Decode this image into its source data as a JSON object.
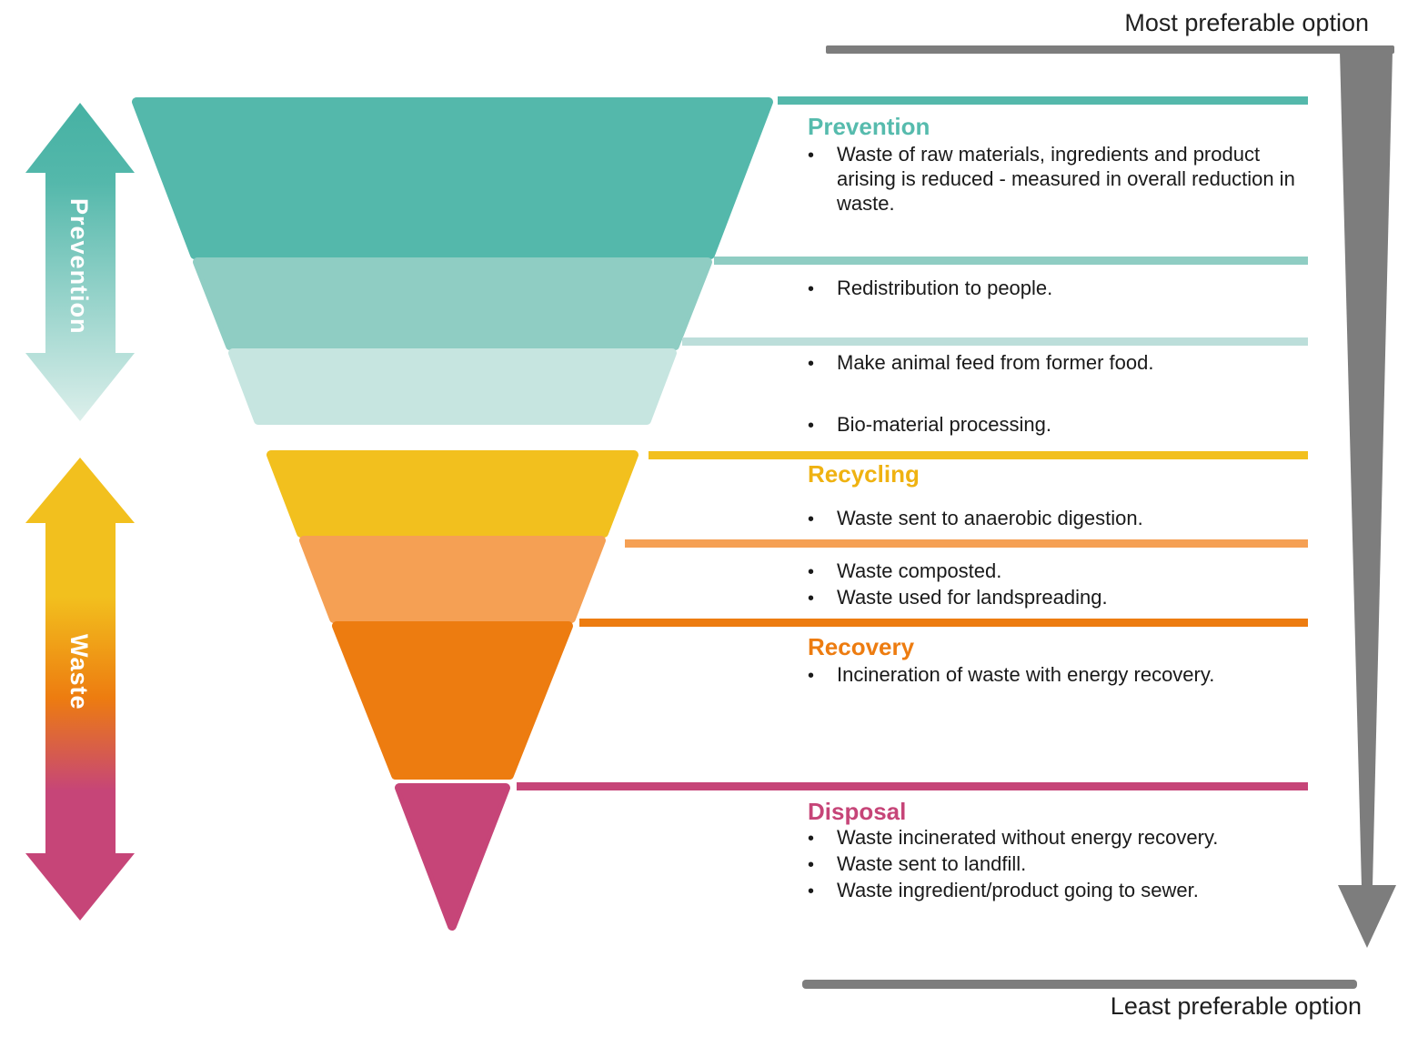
{
  "annotations": {
    "most_preferable": "Most preferable option",
    "least_preferable": "Least preferable option"
  },
  "side_arrows": {
    "prevention_label": "Prevention",
    "waste_label": "Waste"
  },
  "levels": [
    {
      "name": "prevention-top",
      "heading": "Prevention",
      "bullets": [
        "Waste of raw materials, ingredients and product arising is reduced - measured in overall reduction in waste."
      ]
    },
    {
      "name": "redistribution",
      "bullets": [
        "Redistribution to people."
      ]
    },
    {
      "name": "animal-feed",
      "bullets": [
        "Make animal feed from former food."
      ]
    },
    {
      "name": "bio-material",
      "bullets": [
        "Bio-material processing."
      ]
    },
    {
      "name": "recycling",
      "heading": "Recycling",
      "bullets": [
        "Waste sent to anaerobic digestion."
      ]
    },
    {
      "name": "compost-landspreading",
      "bullets": [
        "Waste composted.",
        "Waste used for landspreading."
      ]
    },
    {
      "name": "recovery",
      "heading": "Recovery",
      "bullets": [
        "Incineration of waste with energy recovery."
      ]
    },
    {
      "name": "disposal",
      "heading": "Disposal",
      "bullets": [
        "Waste incinerated without energy recovery.",
        "Waste sent to landfill.",
        "Waste ingredient/product going to sewer."
      ]
    }
  ],
  "palette": {
    "teal": "#54b8ab",
    "teal_deep": "#46b1a3",
    "teal_mid": "#8fcdc3",
    "teal_light": "#c6e5e0",
    "teal_light_divider": "#bcdeda",
    "teal_fade": "#dcefeb",
    "heading_teal": "#56bbad",
    "yellow": "#f2c01e",
    "heading_yellow": "#efb211",
    "orange_light": "#f5a054",
    "orange": "#ed7c10",
    "pink": "#c64578",
    "gray": "#7d7d7d",
    "text": "#1a1a1a"
  },
  "funnel_segment_colors": [
    "teal",
    "teal_mid",
    "teal_light",
    "yellow",
    "orange_light",
    "orange",
    "pink"
  ]
}
